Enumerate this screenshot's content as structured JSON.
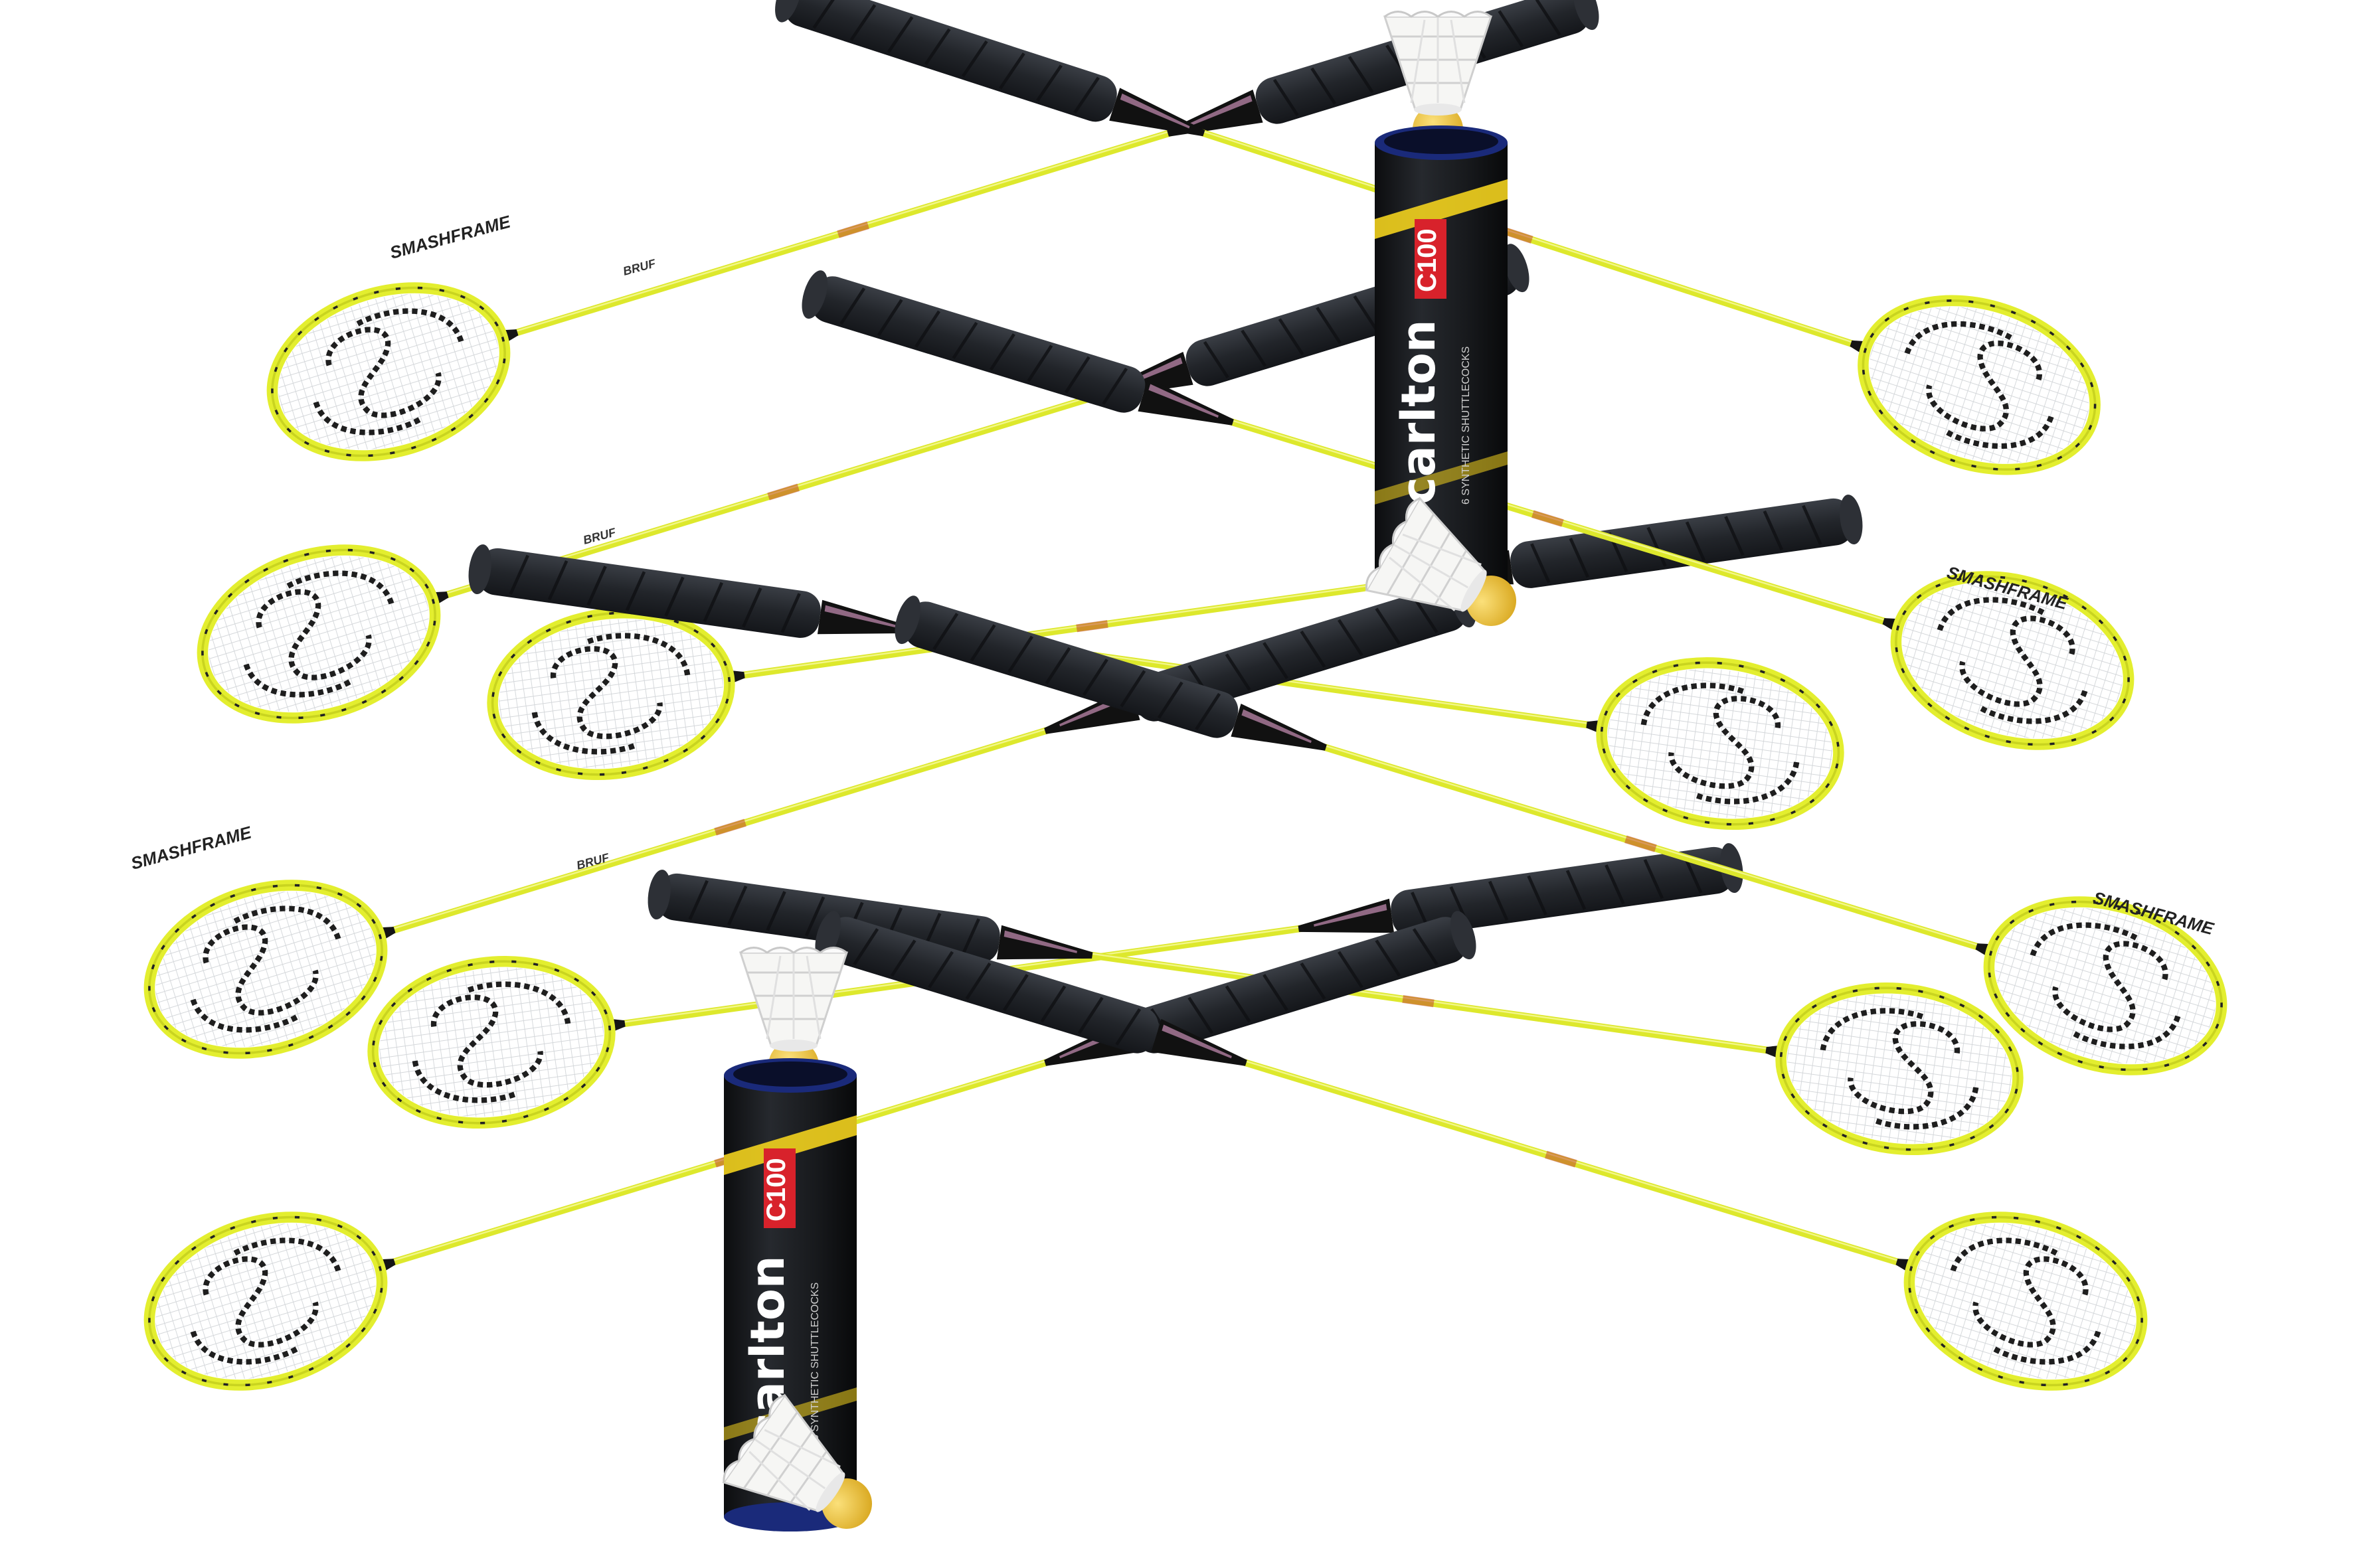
{
  "photo": {
    "subject": "badminton set",
    "colors": {
      "background": "#ffffff",
      "frame": "#e3ee2f",
      "frame_dark": "#b8c41a",
      "string": "#d9dcdf",
      "logo": "#1e1e1e",
      "grip": "#23262b",
      "throat": "#111111",
      "tube_body": "#16181b",
      "tube_accent": "#f2d21e",
      "tube_cap": "#1a2a7a",
      "tube_label_red": "#d8222b",
      "cork": "#f0c73a",
      "feather": "#f6f6f4"
    }
  },
  "racket_text": {
    "frame_print": "SMASHFRAME",
    "shaft_print": "BRUF"
  },
  "tube_text": {
    "brand": "carlton",
    "model": "C100",
    "subtitle": "6 SYNTHETIC SHUTTLECOCKS"
  },
  "icons": {
    "racket": "badminton-racket-icon",
    "tube": "shuttlecock-tube-icon",
    "shuttlecock": "shuttlecock-icon",
    "logo": "s-swirl-logo-icon"
  }
}
